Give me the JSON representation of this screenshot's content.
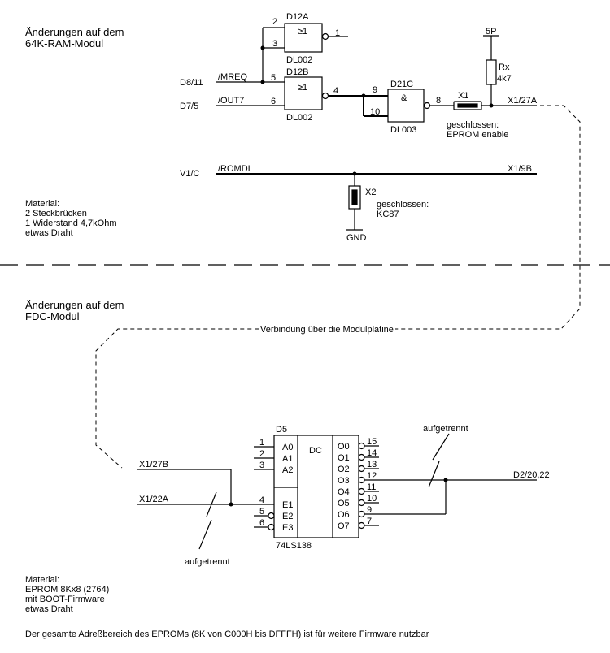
{
  "ram": {
    "heading_1": "Änderungen auf dem",
    "heading_2": "64K-RAM-Modul",
    "gate_a_name": "D12A",
    "gate_a_sym": "≥1",
    "gate_a_type": "DL002",
    "gate_b_name": "D12B",
    "gate_b_sym": "≥1",
    "gate_b_type": "DL002",
    "gate_c_name": "D21C",
    "gate_c_sym": "&",
    "gate_c_type": "DL003",
    "pin_2": "2",
    "pin_3": "3",
    "pin_1": "1",
    "pin_5": "5",
    "pin_6": "6",
    "pin_4": "4",
    "pin_9": "9",
    "pin_10": "10",
    "pin_8": "8",
    "sig_mreq": "/MREQ",
    "sig_out7": "/OUT7",
    "conn_d8": "D8/11",
    "conn_d7": "D7/5",
    "v5": "5P",
    "rx": "Rx",
    "rx_val": "4k7",
    "x1": "X1",
    "x1_27a": "X1/27A",
    "x1_note_1": "geschlossen:",
    "x1_note_2": "EPROM enable",
    "conn_v1c": "V1/C",
    "sig_romdi": "/ROMDI",
    "x1_9b": "X1/9B",
    "x2": "X2",
    "x2_note_1": "geschlossen:",
    "x2_note_2": "KC87",
    "gnd": "GND",
    "material": "Material:\n2 Steckbrücken\n1 Widerstand 4,7kOhm\netwas Draht"
  },
  "fdc": {
    "heading_1": "Änderungen auf dem",
    "heading_2": "FDC-Modul",
    "verbindung": "Verbindung über die Modulplatine",
    "chip_name": "D5",
    "chip_type": "74LS138",
    "chip_dc": "DC",
    "inputs": [
      {
        "pin": "1",
        "label": "A0"
      },
      {
        "pin": "2",
        "label": "A1"
      },
      {
        "pin": "3",
        "label": "A2"
      },
      {
        "pin": "4",
        "label": "E1"
      },
      {
        "pin": "5",
        "label": "E2"
      },
      {
        "pin": "6",
        "label": "E3"
      }
    ],
    "outputs": [
      {
        "pin": "15",
        "label": "O0"
      },
      {
        "pin": "14",
        "label": "O1"
      },
      {
        "pin": "13",
        "label": "O2"
      },
      {
        "pin": "12",
        "label": "O3"
      },
      {
        "pin": "11",
        "label": "O4"
      },
      {
        "pin": "10",
        "label": "O5"
      },
      {
        "pin": "9",
        "label": "O6"
      },
      {
        "pin": "7",
        "label": "O7"
      }
    ],
    "x1_27b": "X1/27B",
    "x1_22a": "X1/22A",
    "cut_1": "aufgetrennt",
    "cut_2": "aufgetrennt",
    "d2": "D2/20,22",
    "material": "Material:\nEPROM 8Kx8 (2764)\nmit BOOT-Firmware\netwas Draht",
    "footer": "Der gesamte Adreßbereich des EPROMs (8K von C000H bis DFFFH) ist für weitere Firmware nutzbar"
  }
}
